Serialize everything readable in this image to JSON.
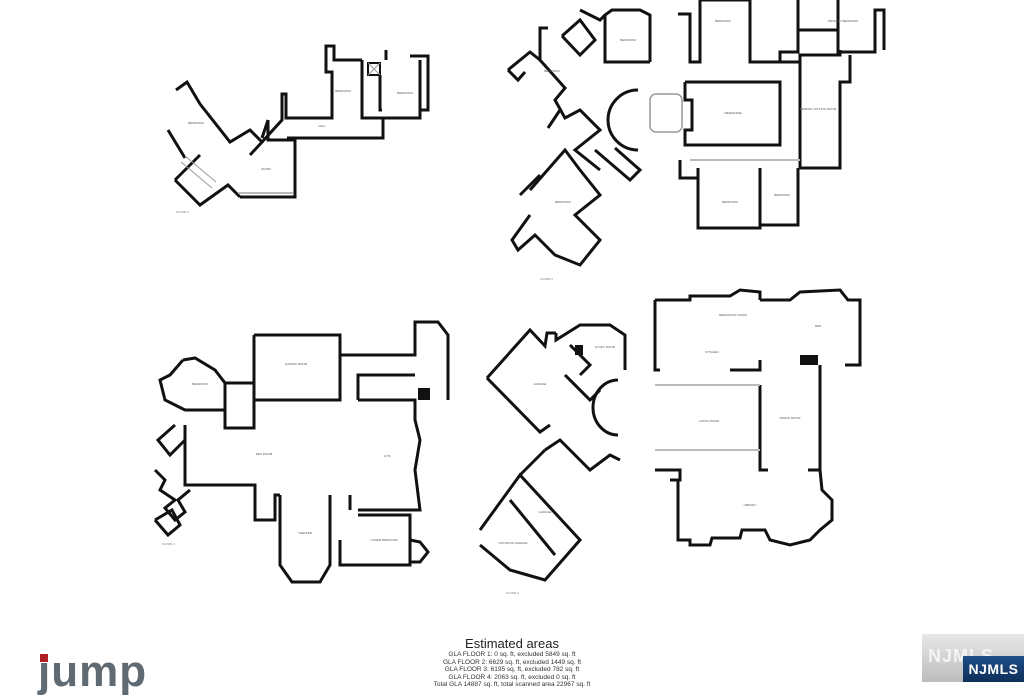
{
  "estimated_areas": {
    "title": "Estimated areas",
    "lines": [
      "GLA FLOOR 1: 0 sq. ft, excluded 5849 sq. ft",
      "GLA FLOOR 2: 6629 sq. ft, excluded 1449 sq. ft",
      "GLA FLOOR 3: 6195 sq. ft, excluded 782 sq. ft",
      "GLA FLOOR 4: 2063 sq. ft, excluded 0 sq. ft",
      "Total GLA 14887 sq. ft, total scanned area 22967 sq. ft"
    ]
  },
  "floors": [
    {
      "id": "floor-4",
      "label": "FLOOR 4"
    },
    {
      "id": "floor-3",
      "label": "FLOOR 3"
    },
    {
      "id": "floor-1",
      "label": "FLOOR 1"
    },
    {
      "id": "floor-2",
      "label": "FLOOR 2"
    }
  ],
  "branding": {
    "logo_text": "jump",
    "logo_accent_color": "#b01e23",
    "logo_color": "#5f6a72",
    "mls_ghost": "NJMLS",
    "mls_badge": "NJMLS",
    "mls_badge_color": "#1e4f88"
  }
}
